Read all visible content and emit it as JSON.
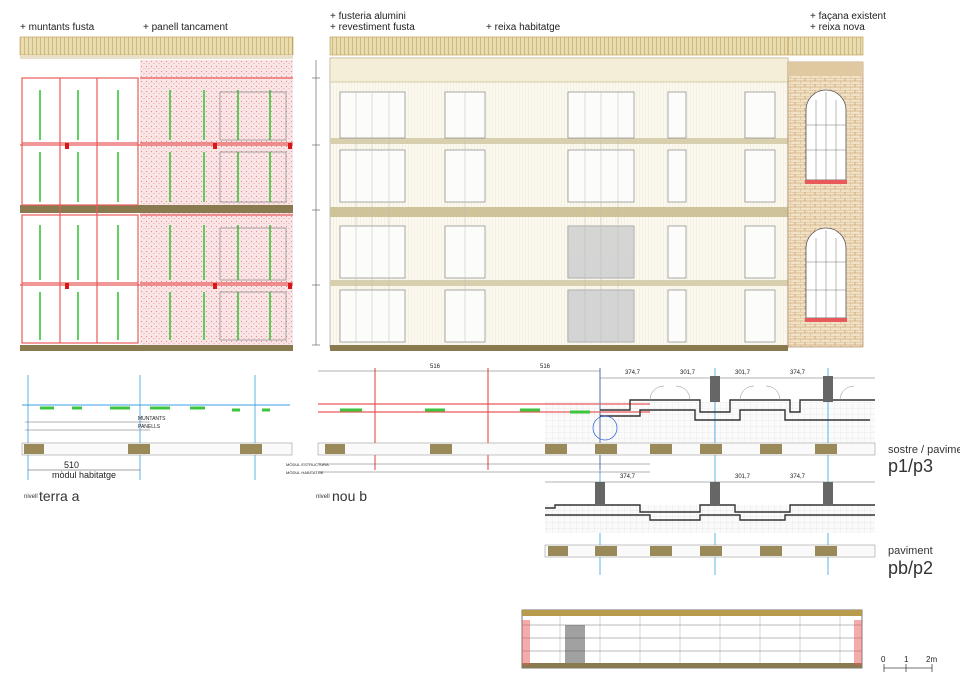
{
  "top_labels": {
    "a": "+ muntants fusta",
    "b": "+ panell tancament",
    "c1": "+ fusteria alumini",
    "c2": "+ revestiment fusta",
    "d": "+ reixa habitatge",
    "e1": "+ façana existent",
    "e2": "+ reixa nova"
  },
  "plan_a": {
    "dim": "510",
    "module_label": "mòdul habitatge",
    "level_prefix": "nivell",
    "level_name": "terra a",
    "row_labels": [
      "MUNTANTS",
      "PANELLS"
    ]
  },
  "plan_b": {
    "dims_top": [
      "516",
      "516"
    ],
    "dims_right": [
      "374,7",
      "301,7",
      "301,7",
      "374,7"
    ],
    "level_prefix": "nivell",
    "level_name": "nou b",
    "row_labels": [
      "MÒDUL ESTRUCTURA",
      "MÒDUL HABITATGE"
    ]
  },
  "plan_p1p3": {
    "caption": "sostre / paviment",
    "name": "p1/p3",
    "dims": [
      "374,7",
      "301,7",
      "374,7"
    ]
  },
  "plan_pbp2": {
    "caption": "paviment",
    "name": "pb/p2"
  },
  "scale_bar": {
    "ticks": [
      "0",
      "1",
      "2m"
    ]
  },
  "colors": {
    "wood": "#b89a4c",
    "timber_red": "#e85a5a",
    "glass_green": "#3cc43c",
    "axis_blue": "#3aa0e0",
    "brick": "#c09060",
    "line": "#555555"
  }
}
